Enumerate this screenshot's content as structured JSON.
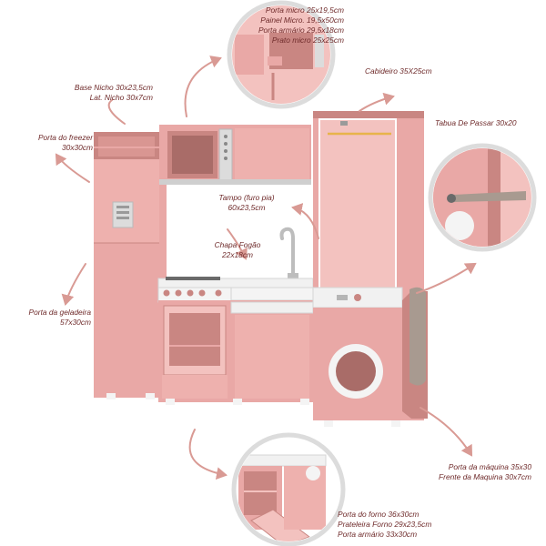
{
  "labels": {
    "micro": [
      "Porta micro 25x19,5cm",
      "Painel Micro. 19,5x50cm",
      "Porta armário 29,5x18cm",
      "Prato micro 25x25cm"
    ],
    "nicho": [
      "Base Nicho 30x23,5cm",
      "Lat. Nicho 30x7cm"
    ],
    "cabideiro": [
      "Cabideiro 35X25cm"
    ],
    "freezer": [
      "Porta do freezer",
      "30x30cm"
    ],
    "tabua": [
      "Tabua De Passar 30x20"
    ],
    "tampo": [
      "Tampo (furo pia)",
      "60x23,5cm"
    ],
    "chapa": [
      "Chapa Fogão",
      "22x18cm"
    ],
    "geladeira": [
      "Porta da geladeira",
      "57x30cm"
    ],
    "maquina": [
      "Porta da máquina 35x30",
      "Frente da Maquina 30x7cm"
    ],
    "forno": [
      "Porta do forno 36x30cm",
      "Prateleira Forno 29x23,5cm",
      "Porta armário 33x30cm"
    ]
  },
  "colors": {
    "pink": "#e9a8a6",
    "pink_light": "#f3c2bf",
    "pink_dark": "#c98682",
    "arrow": "#d99a94",
    "label_text": "#6e2a2a",
    "counter": "#f1f1f1",
    "metal": "#c9c9c9",
    "ironing_board": "#a89a90"
  },
  "icons": [
    "faucet-icon",
    "microwave-icon",
    "washing-machine-icon",
    "oven-icon",
    "iron-board-icon"
  ]
}
